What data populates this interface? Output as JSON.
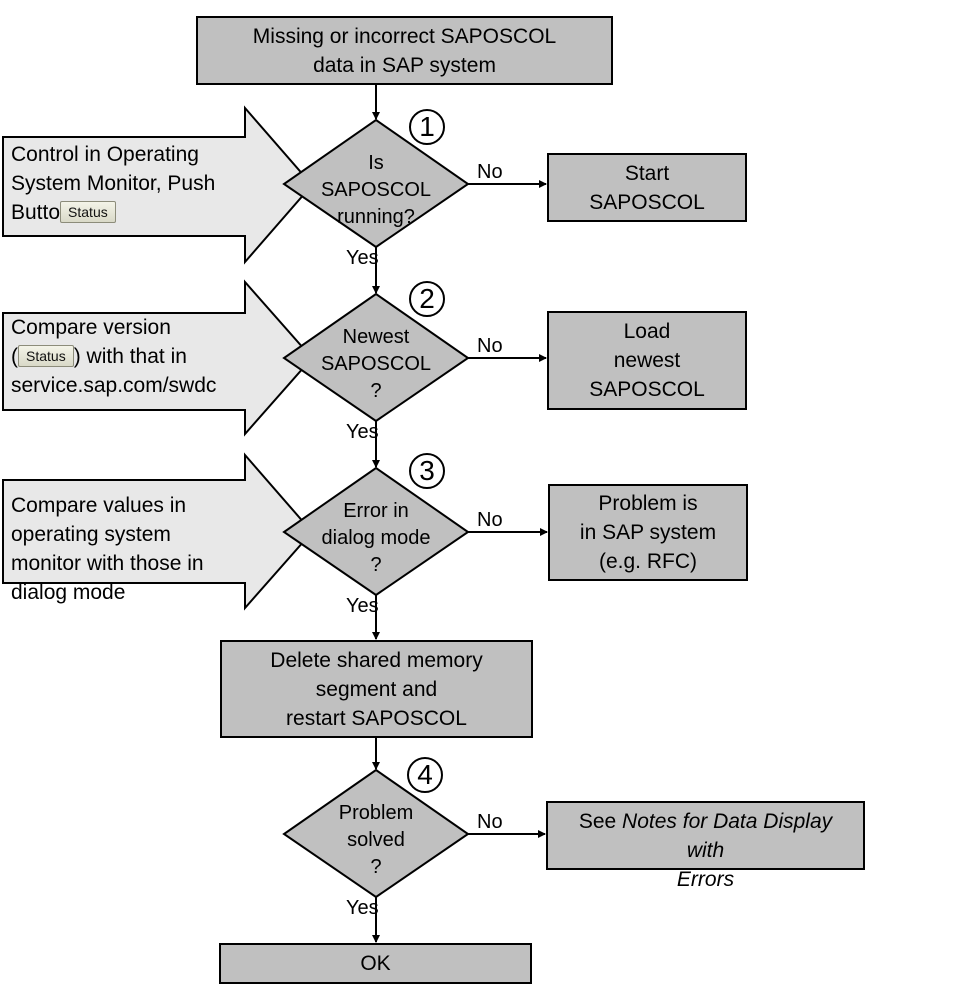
{
  "flowchart": {
    "start": {
      "lines": [
        "Missing or incorrect SAPOSCOL",
        "data in SAP system"
      ]
    },
    "steps": [
      {
        "number": "1",
        "decision": [
          "Is",
          "SAPOSCOL",
          "running?"
        ],
        "no_label": "No",
        "yes_label": "Yes",
        "no_action": [
          "Start",
          "SAPOSCOL"
        ],
        "note": {
          "line1": "Control in Operating",
          "line2": "System Monitor, Push",
          "line3_prefix": "Butto",
          "button": "Status"
        }
      },
      {
        "number": "2",
        "decision": [
          "Newest",
          "SAPOSCOL",
          "?"
        ],
        "no_label": "No",
        "yes_label": "Yes",
        "no_action": [
          "Load",
          "newest",
          "SAPOSCOL"
        ],
        "note": {
          "line1": "Compare version",
          "line2_prefix": "(",
          "button": "Status",
          "line2_suffix": ") with that in",
          "line3": "service.sap.com/swdc"
        }
      },
      {
        "number": "3",
        "decision": [
          "Error in",
          "dialog mode",
          "?"
        ],
        "no_label": "No",
        "yes_label": "Yes",
        "no_action": [
          "Problem is",
          "in SAP system",
          "(e.g. RFC)"
        ],
        "note": {
          "lines": [
            "Compare values in",
            "operating system",
            "monitor with those in",
            "dialog mode"
          ]
        }
      }
    ],
    "action": {
      "lines": [
        "Delete shared memory",
        "segment and",
        "restart SAPOSCOL"
      ]
    },
    "final_check": {
      "number": "4",
      "decision": [
        "Problem",
        "solved",
        "?"
      ],
      "no_label": "No",
      "yes_label": "Yes",
      "no_action": {
        "prefix": "See ",
        "italic1": "Notes for Data Display",
        "italic2": "with",
        "italic3": "Errors"
      }
    },
    "end": {
      "label": "OK"
    }
  },
  "colors": {
    "box_fill": "#c0c0c0",
    "note_arrow_fill": "#e8e8e8",
    "stroke": "#000000"
  }
}
